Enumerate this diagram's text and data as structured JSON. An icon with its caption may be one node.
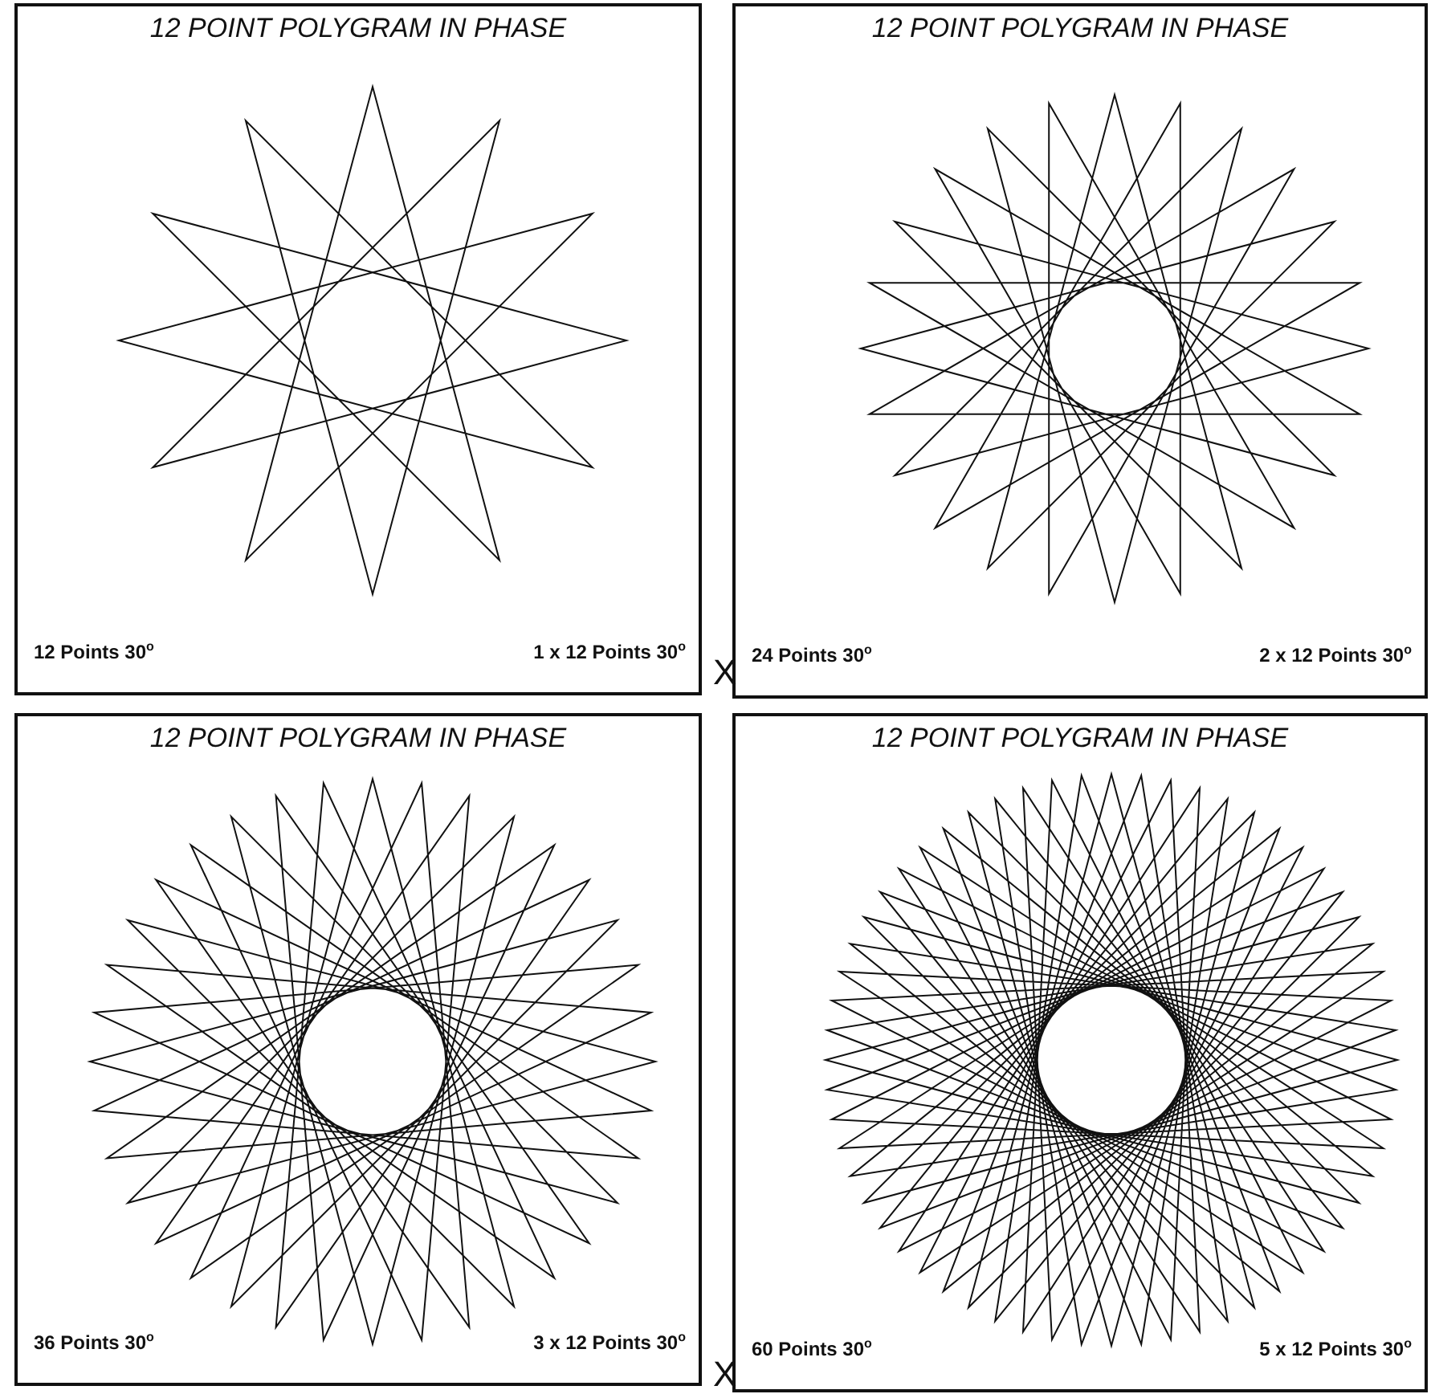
{
  "diagram": {
    "nodes": [
      {
        "text": [
          "12 POINT POLYGRAM IN PHASE",
          "12 Points 30$^{o}$",
          "1 x 12 Points 30$^{o}$"
        ]
      },
      {
        "text": [
          "12 POINT POLYGRAM IN PHASE",
          "24 Points 30$^{o}$",
          "2 x 12 Points 30$^{o}$"
        ]
      },
      {
        "text": [
          "12 POINT POLYGRAM IN PHASE",
          "36 Points 30$^{o}$",
          "3 x 12 Points 30$^{o}$"
        ]
      },
      {
        "text": [
          "12 POINT POLYGRAM IN PHASE",
          "60 Points 30$^{o}$",
          "5 x 12 Points 30$^{o}$"
        ]
      }
    ],
    "labels": [
      "X",
      "X"
    ]
  }
}
